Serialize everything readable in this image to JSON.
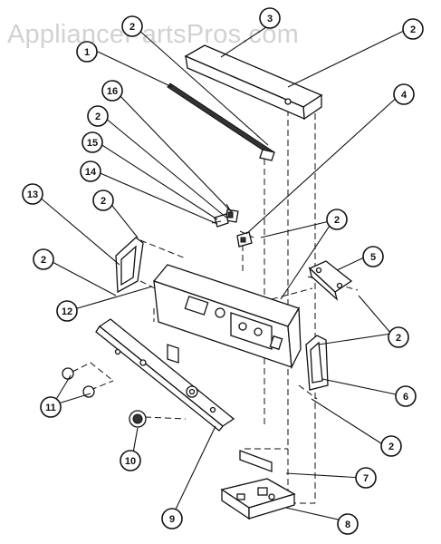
{
  "watermark": "AppliancePartsPros.com",
  "callouts": [
    {
      "id": "c1",
      "label": "1"
    },
    {
      "id": "c2a",
      "label": "2"
    },
    {
      "id": "c3",
      "label": "3"
    },
    {
      "id": "c2b",
      "label": "2"
    },
    {
      "id": "c16",
      "label": "16"
    },
    {
      "id": "c2c",
      "label": "2"
    },
    {
      "id": "c4",
      "label": "4"
    },
    {
      "id": "c15",
      "label": "15"
    },
    {
      "id": "c14",
      "label": "14"
    },
    {
      "id": "c13",
      "label": "13"
    },
    {
      "id": "c2d",
      "label": "2"
    },
    {
      "id": "c2e",
      "label": "2"
    },
    {
      "id": "c2f",
      "label": "2"
    },
    {
      "id": "c5",
      "label": "5"
    },
    {
      "id": "c12",
      "label": "12"
    },
    {
      "id": "c2g",
      "label": "2"
    },
    {
      "id": "c11",
      "label": "11"
    },
    {
      "id": "c6",
      "label": "6"
    },
    {
      "id": "c2h",
      "label": "2"
    },
    {
      "id": "c10",
      "label": "10"
    },
    {
      "id": "c7",
      "label": "7"
    },
    {
      "id": "c9",
      "label": "9"
    },
    {
      "id": "c8",
      "label": "8"
    }
  ]
}
